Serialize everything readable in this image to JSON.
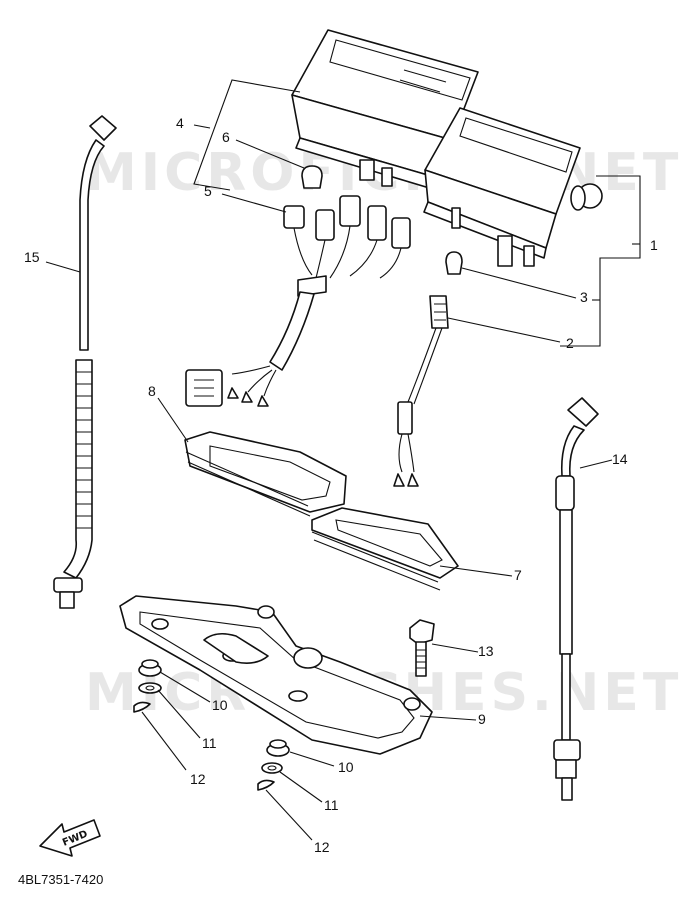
{
  "watermark": "MICROFICHES.NET",
  "diagram_code": "4BL7351-7420",
  "fwd_label": "FWD",
  "callouts": {
    "c1": "1",
    "c2": "2",
    "c3": "3",
    "c4": "4",
    "c5": "5",
    "c6": "6",
    "c7": "7",
    "c8": "8",
    "c9": "9",
    "c10a": "10",
    "c10b": "10",
    "c11a": "11",
    "c11b": "11",
    "c12a": "12",
    "c12b": "12",
    "c13": "13",
    "c14": "14",
    "c15": "15"
  }
}
